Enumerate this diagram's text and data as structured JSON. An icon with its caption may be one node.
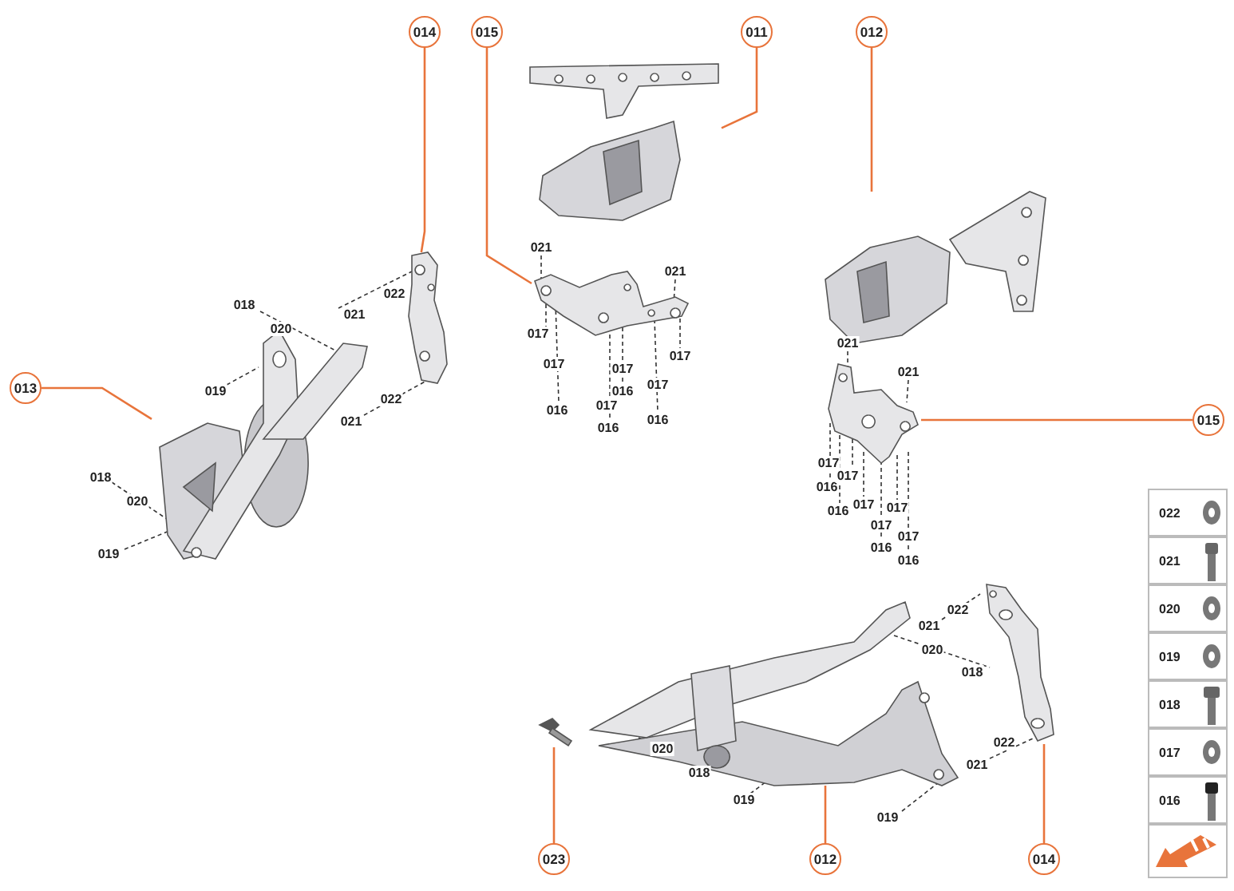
{
  "diagram": {
    "nodes": [
      {
        "text": [
          "014"
        ]
      },
      {
        "text": [
          "015"
        ]
      },
      {
        "text": [
          "011"
        ]
      },
      {
        "text": [
          "012"
        ]
      },
      {
        "text": [
          "013"
        ]
      },
      {
        "text": [
          "015"
        ]
      },
      {
        "text": [
          "023"
        ]
      },
      {
        "text": [
          "012"
        ]
      },
      {
        "text": [
          "014"
        ]
      },
      {
        "text": [],
        "shape": "picture"
      },
      {
        "text": [],
        "shape": "picture"
      },
      {
        "text": [],
        "shape": "picture"
      },
      {
        "text": [],
        "shape": "picture"
      },
      {
        "text": [],
        "shape": "picture"
      },
      {
        "text": [],
        "shape": "picture"
      },
      {
        "text": [],
        "shape": "picture"
      },
      {
        "text": [],
        "shape": "picture"
      },
      {
        "text": [],
        "shape": "picture"
      }
    ],
    "edges": [
      {
        "from": 0,
        "to": 9,
        "arrow": "none"
      },
      {
        "from": 1,
        "to": 10,
        "arrow": "none"
      },
      {
        "from": 2,
        "to": 11,
        "arrow": "none"
      },
      {
        "from": 3,
        "to": 12,
        "arrow": "none"
      },
      {
        "from": 4,
        "to": 13,
        "arrow": "none"
      },
      {
        "from": 5,
        "to": 14,
        "arrow": "none"
      },
      {
        "from": 6,
        "to": 16,
        "arrow": "none"
      },
      {
        "from": 7,
        "to": 15,
        "arrow": "none"
      },
      {
        "from": 8,
        "to": 17,
        "arrow": "none"
      }
    ],
    "labels": [
      "022",
      "021",
      "018",
      "020",
      "019",
      "022",
      "021",
      "018",
      "020",
      "019",
      "021",
      "021",
      "017",
      "017",
      "017",
      "017",
      "016",
      "016",
      "017",
      "017",
      "016",
      "016",
      "021",
      "021",
      "017",
      "016",
      "017",
      "016",
      "017",
      "017",
      "017",
      "017",
      "016",
      "016",
      "022",
      "021",
      "020",
      "018",
      "020",
      "018",
      "019",
      "019",
      "022",
      "021"
    ],
    "legend": [
      {
        "text": "022"
      },
      {
        "text": "021"
      },
      {
        "text": "020"
      },
      {
        "text": "019"
      },
      {
        "text": "018"
      },
      {
        "text": "017"
      },
      {
        "text": "016"
      }
    ]
  }
}
